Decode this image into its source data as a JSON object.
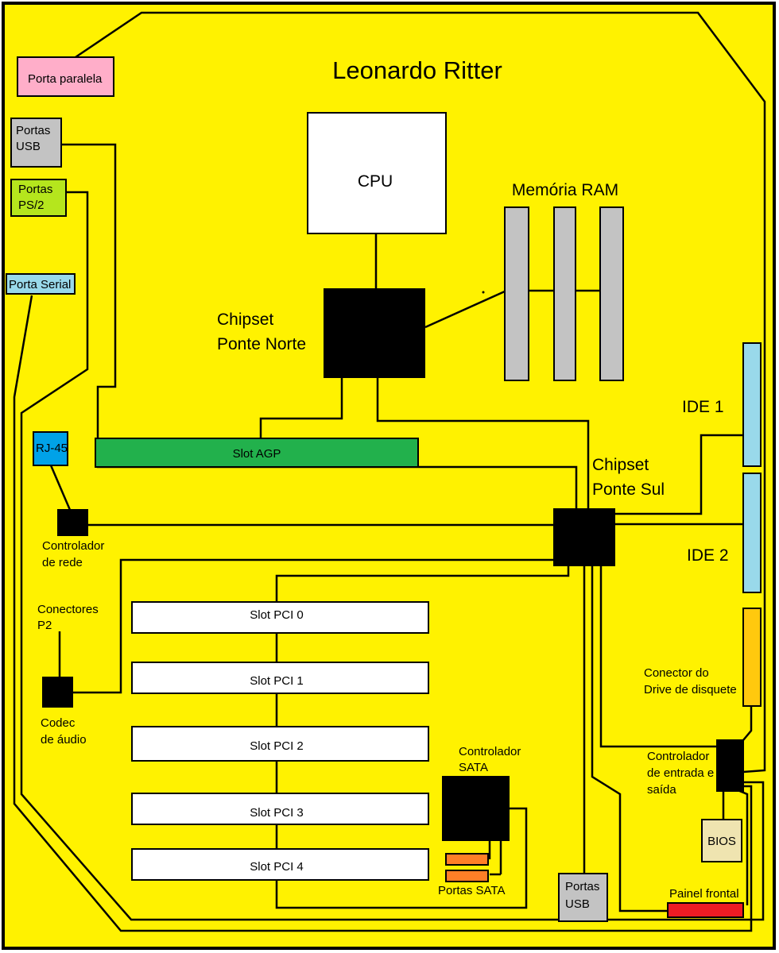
{
  "title": "Leonardo Ritter",
  "colors": {
    "board": "#FFF200",
    "chip": "#000000",
    "ram": "#C3C3C3",
    "pci": "#FFFFFF",
    "agp": "#22B14C",
    "parallel": "#FFAEC9",
    "usb": "#C3C3C3",
    "ps2": "#B5E61D",
    "serial": "#99D9EA",
    "rj45": "#00A2E8",
    "ide": "#99D9EA",
    "floppy": "#FFC90E",
    "bios": "#EFE4B0",
    "front_panel": "#ED1C24",
    "sata_port": "#FF7F27"
  },
  "ports": {
    "parallel": "Porta paralela",
    "usb_top_1": "Portas",
    "usb_top_2": "USB",
    "ps2_1": "Portas",
    "ps2_2": "PS/2",
    "serial": "Porta Serial",
    "rj45": "RJ-45",
    "usb_bottom_1": "Portas",
    "usb_bottom_2": "USB"
  },
  "components": {
    "cpu": "CPU",
    "ram": "Memória RAM",
    "north_bridge_1": "Chipset",
    "north_bridge_2": "Ponte Norte",
    "south_bridge_1": "Chipset",
    "south_bridge_2": "Ponte Sul",
    "agp": "Slot AGP",
    "ide1": "IDE 1",
    "ide2": "IDE 2",
    "network_1": "Controlador",
    "network_2": "de rede",
    "p2_1": "Conectores",
    "p2_2": "P2",
    "audio_1": "Codec",
    "audio_2": "de áudio",
    "floppy_1": "Conector do",
    "floppy_2": "Drive de disquete",
    "io_1": "Controlador",
    "io_2": "de entrada e",
    "io_3": "saída",
    "bios": "BIOS",
    "sata_1": "Controlador",
    "sata_2": "SATA",
    "sata_ports": "Portas SATA",
    "front_panel": "Painel frontal"
  },
  "pci_slots": [
    "Slot PCI 0",
    "Slot PCI 1",
    "Slot PCI 2",
    "Slot PCI 3",
    "Slot PCI 4"
  ]
}
